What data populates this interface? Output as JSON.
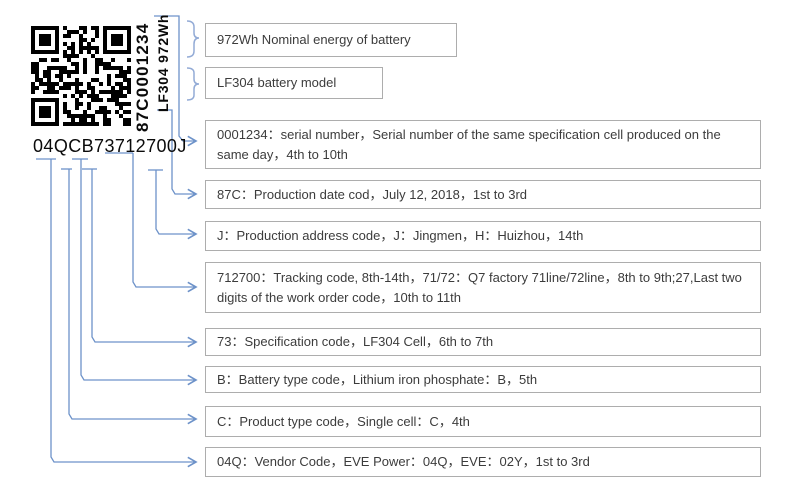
{
  "barcode": {
    "vertical_text_1": "87C0001234",
    "vertical_text_2": "LF304 972Wh",
    "code": "04QCB73712700J"
  },
  "annotations": [
    {
      "label": "972Wh  Nominal energy of battery"
    },
    {
      "label": "LF304  battery model"
    },
    {
      "label": "0001234：serial number，Serial number of the same specification cell produced on the same day，4th to 10th"
    },
    {
      "label": "87C：Production date cod，July 12, 2018，1st to 3rd"
    },
    {
      "label": "J：Production address code，J：Jingmen，H：Huizhou，14th"
    },
    {
      "label": "712700：Tracking code, 8th-14th，71/72：Q7 factory 71line/72line，8th to 9th;27,Last two digits of the work order code，10th to 11th"
    },
    {
      "label": "73：Specification code，LF304 Cell，6th to 7th"
    },
    {
      "label": "B：Battery type code，Lithium iron phosphate：B，5th"
    },
    {
      "label": "C：Product type code，Single cell：C，4th"
    },
    {
      "label": "04Q：Vendor Code，EVE Power：04Q，EVE：02Y，1st to 3rd"
    }
  ],
  "colors": {
    "connector_blue": "#6d92c9",
    "brace_blue": "#93abd6",
    "box_border": "#adadad",
    "text": "#3c3c3c"
  }
}
